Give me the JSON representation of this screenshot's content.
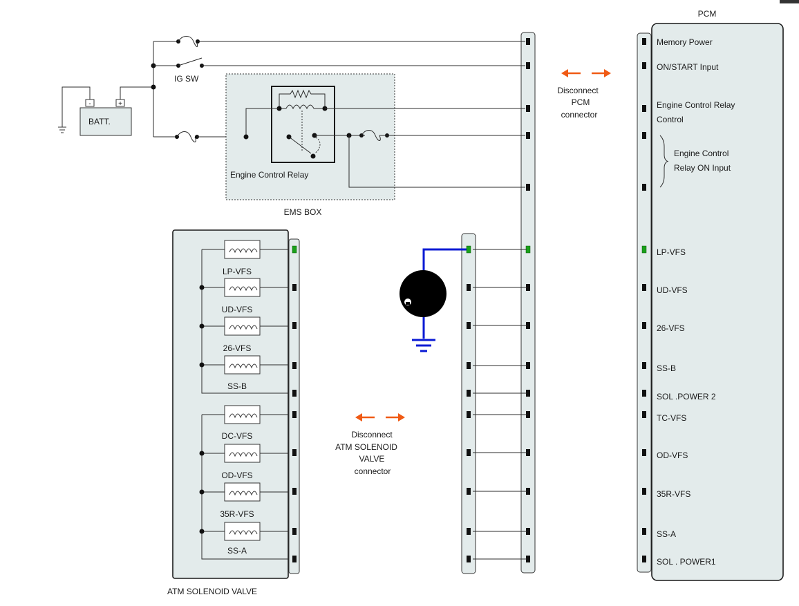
{
  "labels": {
    "pcm_title": "PCM",
    "ig_sw": "IG SW",
    "batt": "BATT.",
    "batt_minus": "-",
    "batt_plus": "+",
    "relay": "Engine Control Relay",
    "ems_box": "EMS BOX",
    "atm_solenoid_valve": "ATM SOLENOID VALVE",
    "disconnect_pcm": [
      "Disconnect",
      "PCM",
      "connector"
    ],
    "disconnect_atm": [
      "Disconnect",
      "ATM SOLENOID",
      "VALVE",
      "connector"
    ]
  },
  "pcm_pins": [
    {
      "id": "memory-power",
      "lines": [
        "Memory Power"
      ],
      "active": false
    },
    {
      "id": "on-start-input",
      "lines": [
        "ON/START Input"
      ],
      "active": false
    },
    {
      "id": "engine-control-relay-control",
      "lines": [
        "Engine Control Relay",
        "Control"
      ],
      "active": false
    },
    {
      "id": "engine-control-relay-on-input",
      "lines": [
        "Engine Control",
        "Relay ON Input"
      ],
      "active": false
    },
    {
      "id": "lp-vfs",
      "lines": [
        "LP-VFS"
      ],
      "active": true,
      "active_color": "#2e8b2e"
    },
    {
      "id": "ud-vfs",
      "lines": [
        "UD-VFS"
      ],
      "active": false
    },
    {
      "id": "26-vfs",
      "lines": [
        "26-VFS"
      ],
      "active": false
    },
    {
      "id": "ss-b",
      "lines": [
        "SS-B"
      ],
      "active": false
    },
    {
      "id": "sol-power-2",
      "lines": [
        "SOL .POWER 2"
      ],
      "active": false
    },
    {
      "id": "tc-vfs",
      "lines": [
        "TC-VFS"
      ],
      "active": false
    },
    {
      "id": "od-vfs",
      "lines": [
        "OD-VFS"
      ],
      "active": false
    },
    {
      "id": "35r-vfs",
      "lines": [
        "35R-VFS"
      ],
      "active": false
    },
    {
      "id": "ss-a",
      "lines": [
        "SS-A"
      ],
      "active": false
    },
    {
      "id": "sol-power1",
      "lines": [
        "SOL . POWER1"
      ],
      "active": false
    }
  ],
  "solenoids": [
    {
      "id": "lp-vfs",
      "label": "LP-VFS"
    },
    {
      "id": "ud-vfs",
      "label": "UD-VFS"
    },
    {
      "id": "26-vfs",
      "label": "26-VFS"
    },
    {
      "id": "ss-b",
      "label": "SS-B"
    },
    {
      "id": "dc-vfs",
      "label": "DC-VFS"
    },
    {
      "id": "od-vfs",
      "label": "OD-VFS"
    },
    {
      "id": "35r-vfs",
      "label": "35R-VFS"
    },
    {
      "id": "ss-a",
      "label": "SS-A"
    }
  ],
  "colors": {
    "panel_fill": "#e3ebeb",
    "active_pin": "#1aa01a",
    "disconnect_arrow": "#f05a14",
    "selected_wire": "#0a1ad4"
  },
  "icons": [
    "meter-probe-icon",
    "ground-icon",
    "battery-icon",
    "fuse-icon",
    "switch-icon"
  ]
}
